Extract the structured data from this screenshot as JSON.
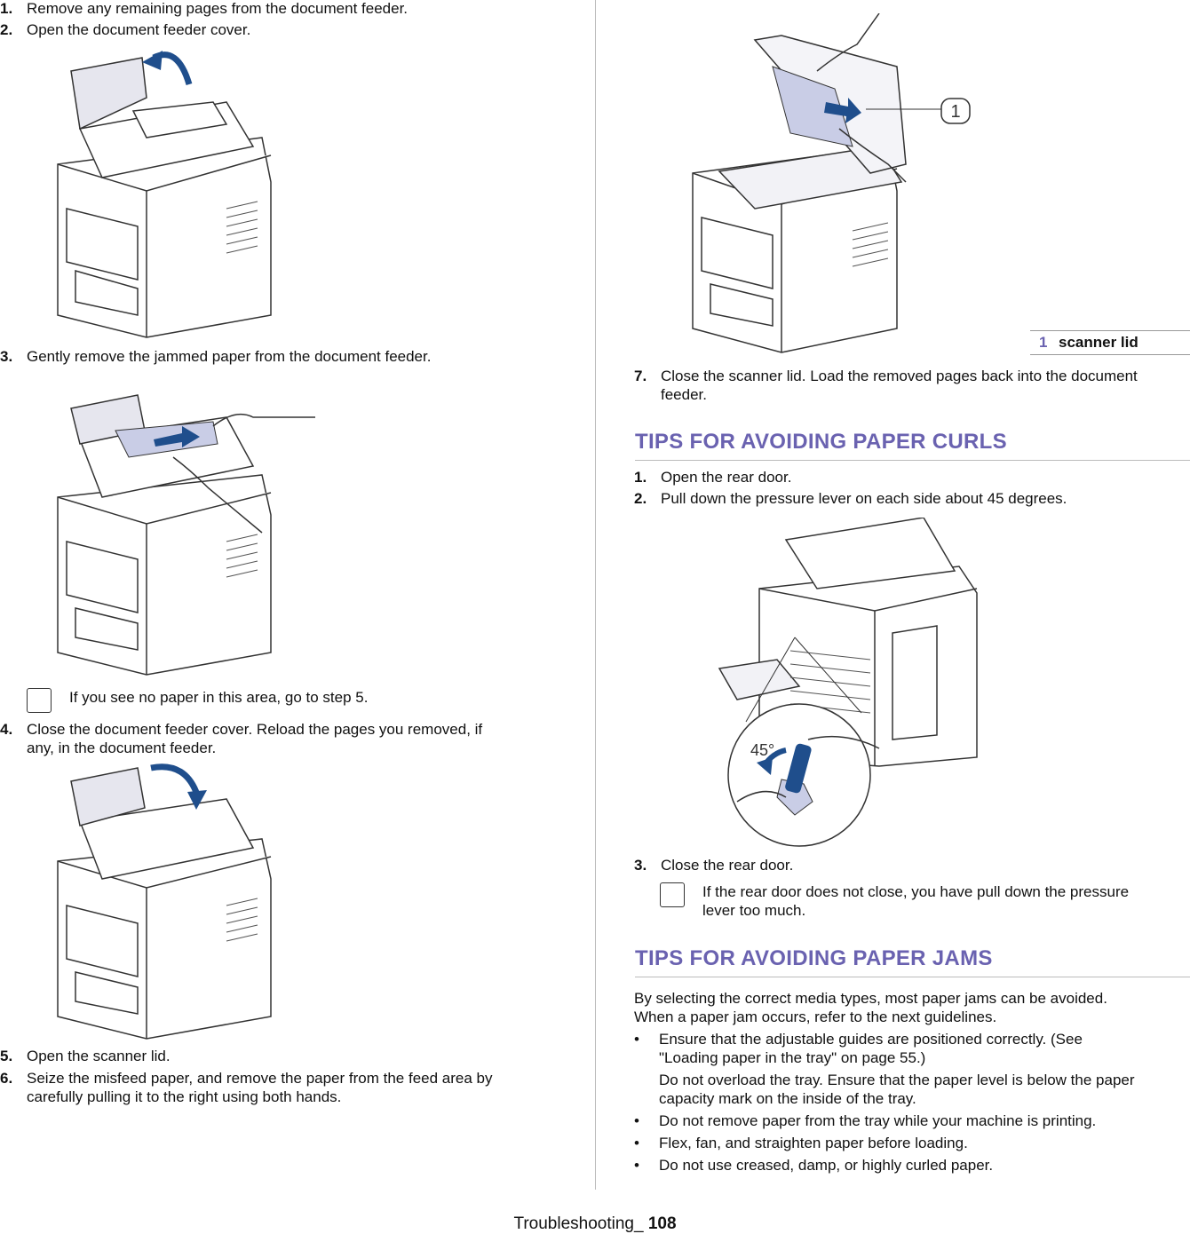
{
  "left_steps": {
    "s1": {
      "num": "1.",
      "text": "Remove any remaining pages from the document feeder."
    },
    "s2": {
      "num": "2.",
      "text": "Open the document feeder cover."
    },
    "s3": {
      "num": "3.",
      "text": "Gently remove the jammed paper from the document feeder."
    },
    "note1": "If you see no paper in this area, go to step 5.",
    "s4": {
      "num": "4.",
      "text_line1": "Close the document feeder cover. Reload the pages you removed, if",
      "text_line2": "any, in the document feeder."
    },
    "s5": {
      "num": "5.",
      "text": "Open the scanner lid."
    },
    "s6": {
      "num": "6.",
      "text_line1": "Seize the misfeed paper, and remove the paper from the feed area by",
      "text_line2": "carefully pulling it to the right using both hands."
    }
  },
  "right": {
    "callout_number": "1",
    "legend": {
      "num": "1",
      "label": "scanner lid"
    },
    "s7": {
      "num": "7.",
      "text_line1": "Close the scanner lid. Load the removed pages back into the document",
      "text_line2": "feeder."
    },
    "heading_curls": "TIPS FOR AVOIDING PAPER CURLS",
    "c1": {
      "num": "1.",
      "text": "Open the rear door."
    },
    "c2": {
      "num": "2.",
      "text": "Pull down the pressure lever on each side about 45 degrees."
    },
    "angle_label": "45°",
    "c3": {
      "num": "3.",
      "text": "Close the rear door."
    },
    "note2_line1": "If the rear door does not close, you have pull down the pressure",
    "note2_line2": "lever too much.",
    "heading_jams": "TIPS FOR AVOIDING PAPER JAMS",
    "intro_line1": "By selecting the correct media types, most paper jams can be avoided.",
    "intro_line2": "When a paper jam occurs, refer to the next guidelines.",
    "bullet_char": "•",
    "b1_line1": "Ensure that the adjustable guides are positioned correctly. (See",
    "b1_line2": "\"Loading paper in the tray\" on page 55.)",
    "b1_sub_line1": "Do not overload the tray. Ensure that the paper level is below the paper",
    "b1_sub_line2": "capacity mark on the inside of the tray.",
    "b2": "Do not remove paper from the tray while your machine is printing.",
    "b3": "Flex, fan, and straighten paper before loading.",
    "b4": "Do not use creased, damp, or highly curled paper."
  },
  "footer": {
    "section": "Troubleshooting_ ",
    "page": "108"
  },
  "colors": {
    "heading": "#6a62b0",
    "arrow": "#1f4e8c",
    "paper": "#c9cde6"
  }
}
